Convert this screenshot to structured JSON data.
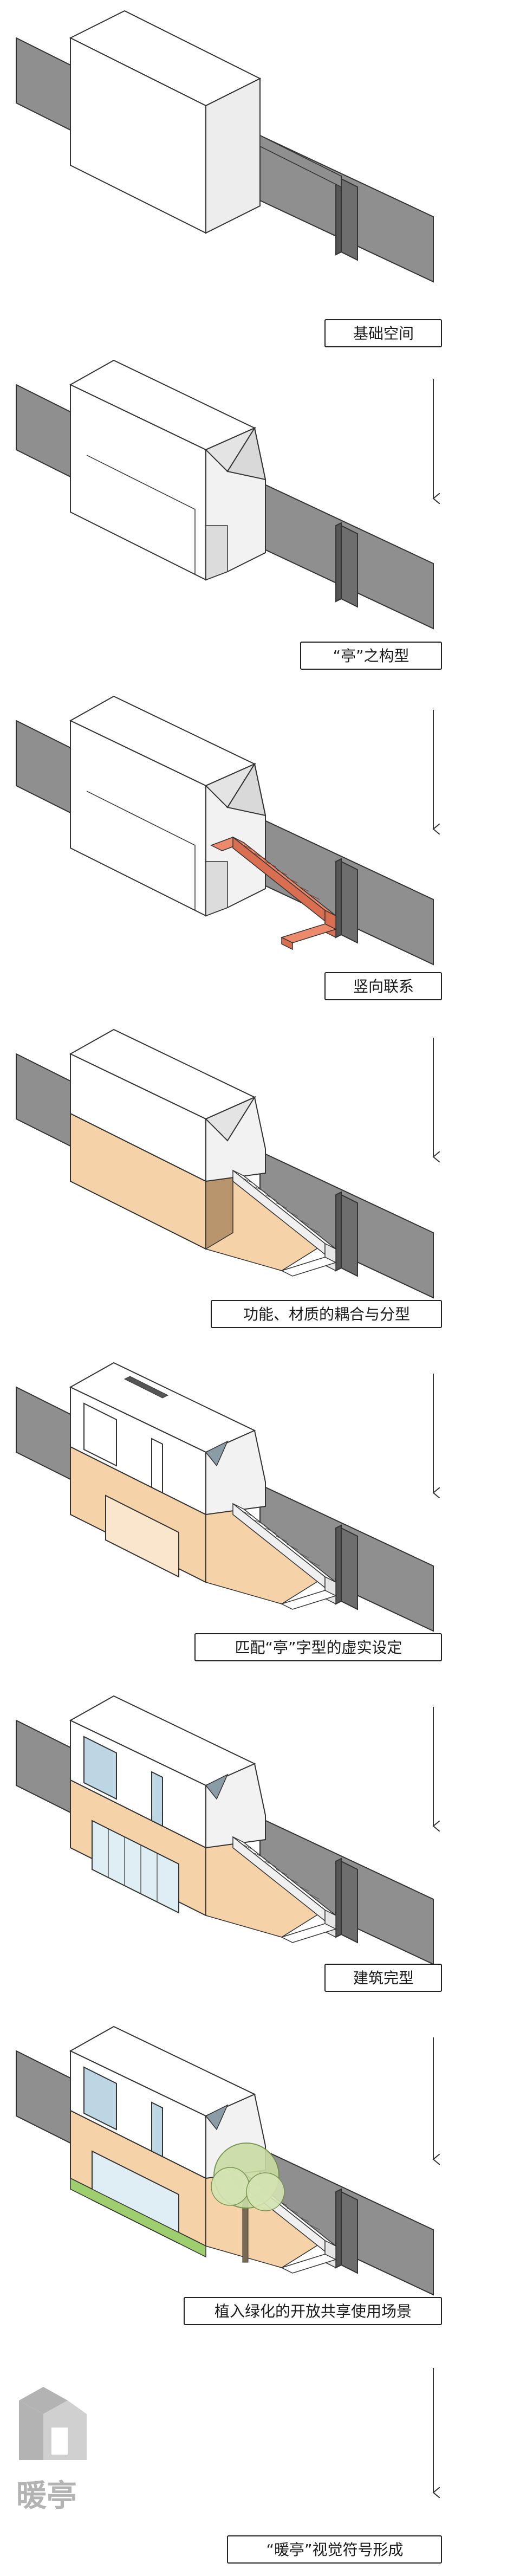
{
  "steps": [
    {
      "caption": "基础空间"
    },
    {
      "caption": "“亭”之构型"
    },
    {
      "caption": "竖向联系"
    },
    {
      "caption": "功能、材质的耦合与分型"
    },
    {
      "caption": "匹配“亭”字型的虚实设定"
    },
    {
      "caption": "建筑完型"
    },
    {
      "caption": "植入绿化的开放共享使用场景"
    },
    {
      "caption": "“暖亭”视觉符号形成"
    }
  ],
  "logo": {
    "text": "暖亭"
  },
  "colors": {
    "wall": "#8f8f8f",
    "wall_dark": "#6e6e6e",
    "wood": "#f5d2a8",
    "stair": "#ee8a6c",
    "glass": "#bcd7e3",
    "green": "#9ecf6e",
    "tree": "#c9dca4"
  }
}
